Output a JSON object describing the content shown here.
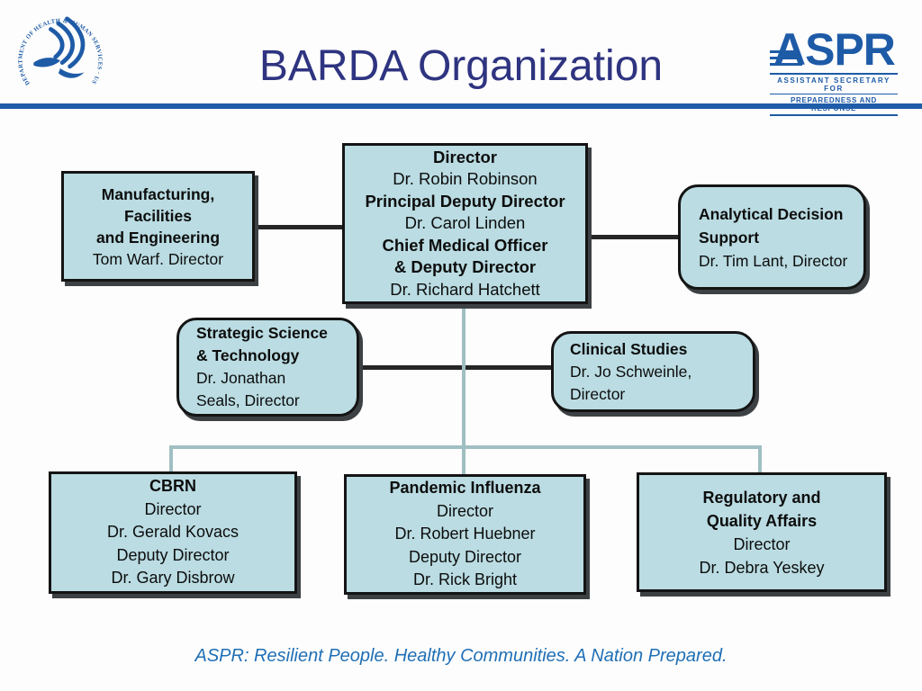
{
  "header": {
    "title": "BARDA Organization",
    "hhs_seal_text": "DEPARTMENT OF HEALTH & HUMAN SERVICES · USA",
    "aspr": {
      "acronym": "ASPR",
      "line1": "ASSISTANT SECRETARY FOR",
      "line2": "PREPAREDNESS AND RESPONSE"
    }
  },
  "colors": {
    "box_fill": "#badce2",
    "box_border": "#141414",
    "box_shadow": "#3d4143",
    "connector_dark": "#262626",
    "connector_light": "#a0bfc2",
    "title_blue": "#2e3480",
    "rule_blue": "#1f5ca9",
    "brand_blue": "#1e5ba7",
    "tagline_blue": "#1f6fb5"
  },
  "org": {
    "boxes": [
      {
        "name": "director",
        "lines": [
          {
            "t": "Director",
            "b": true
          },
          {
            "t": "Dr. Robin Robinson",
            "b": false
          },
          {
            "t": "Principal Deputy Director",
            "b": true
          },
          {
            "t": "Dr. Carol Linden",
            "b": false
          },
          {
            "t": "Chief Medical Officer",
            "b": true
          },
          {
            "t": "& Deputy Director",
            "b": true
          },
          {
            "t": "Dr. Richard Hatchett",
            "b": false
          }
        ]
      },
      {
        "name": "manufacturing-facilities-engineering",
        "lines": [
          {
            "t": "Manufacturing,",
            "b": true
          },
          {
            "t": "Facilities",
            "b": true
          },
          {
            "t": "and Engineering",
            "b": true
          },
          {
            "t": "Tom Warf. Director",
            "b": false
          }
        ]
      },
      {
        "name": "analytical-decision-support",
        "lines": [
          {
            "t": "Analytical Decision",
            "b": true
          },
          {
            "t": "Support",
            "b": true
          },
          {
            "t": "Dr. Tim Lant, Director",
            "b": false
          }
        ]
      },
      {
        "name": "strategic-science-technology",
        "lines": [
          {
            "t": "Strategic Science",
            "b": true
          },
          {
            "t": "& Technology",
            "b": true
          },
          {
            "t": "Dr. Jonathan",
            "b": false
          },
          {
            "t": "Seals, Director",
            "b": false
          }
        ]
      },
      {
        "name": "clinical-studies",
        "lines": [
          {
            "t": "Clinical Studies",
            "b": true
          },
          {
            "t": "Dr. Jo Schweinle,",
            "b": false
          },
          {
            "t": "Director",
            "b": false
          }
        ]
      },
      {
        "name": "cbrn",
        "lines": [
          {
            "t": "CBRN",
            "b": true
          },
          {
            "t": "Director",
            "b": false
          },
          {
            "t": "Dr. Gerald Kovacs",
            "b": false
          },
          {
            "t": "Deputy Director",
            "b": false
          },
          {
            "t": "Dr. Gary Disbrow",
            "b": false
          }
        ]
      },
      {
        "name": "pandemic-influenza",
        "lines": [
          {
            "t": "Pandemic Influenza",
            "b": true
          },
          {
            "t": "Director",
            "b": false
          },
          {
            "t": "Dr. Robert Huebner",
            "b": false
          },
          {
            "t": "Deputy Director",
            "b": false
          },
          {
            "t": "Dr. Rick Bright",
            "b": false
          }
        ]
      },
      {
        "name": "regulatory-quality-affairs",
        "lines": [
          {
            "t": "Regulatory and",
            "b": true
          },
          {
            "t": "Quality Affairs",
            "b": true
          },
          {
            "t": "Director",
            "b": false
          },
          {
            "t": "Dr. Debra Yeskey",
            "b": false
          }
        ]
      }
    ]
  },
  "footer": {
    "tagline": "ASPR: Resilient People. Healthy Communities. A Nation Prepared."
  }
}
